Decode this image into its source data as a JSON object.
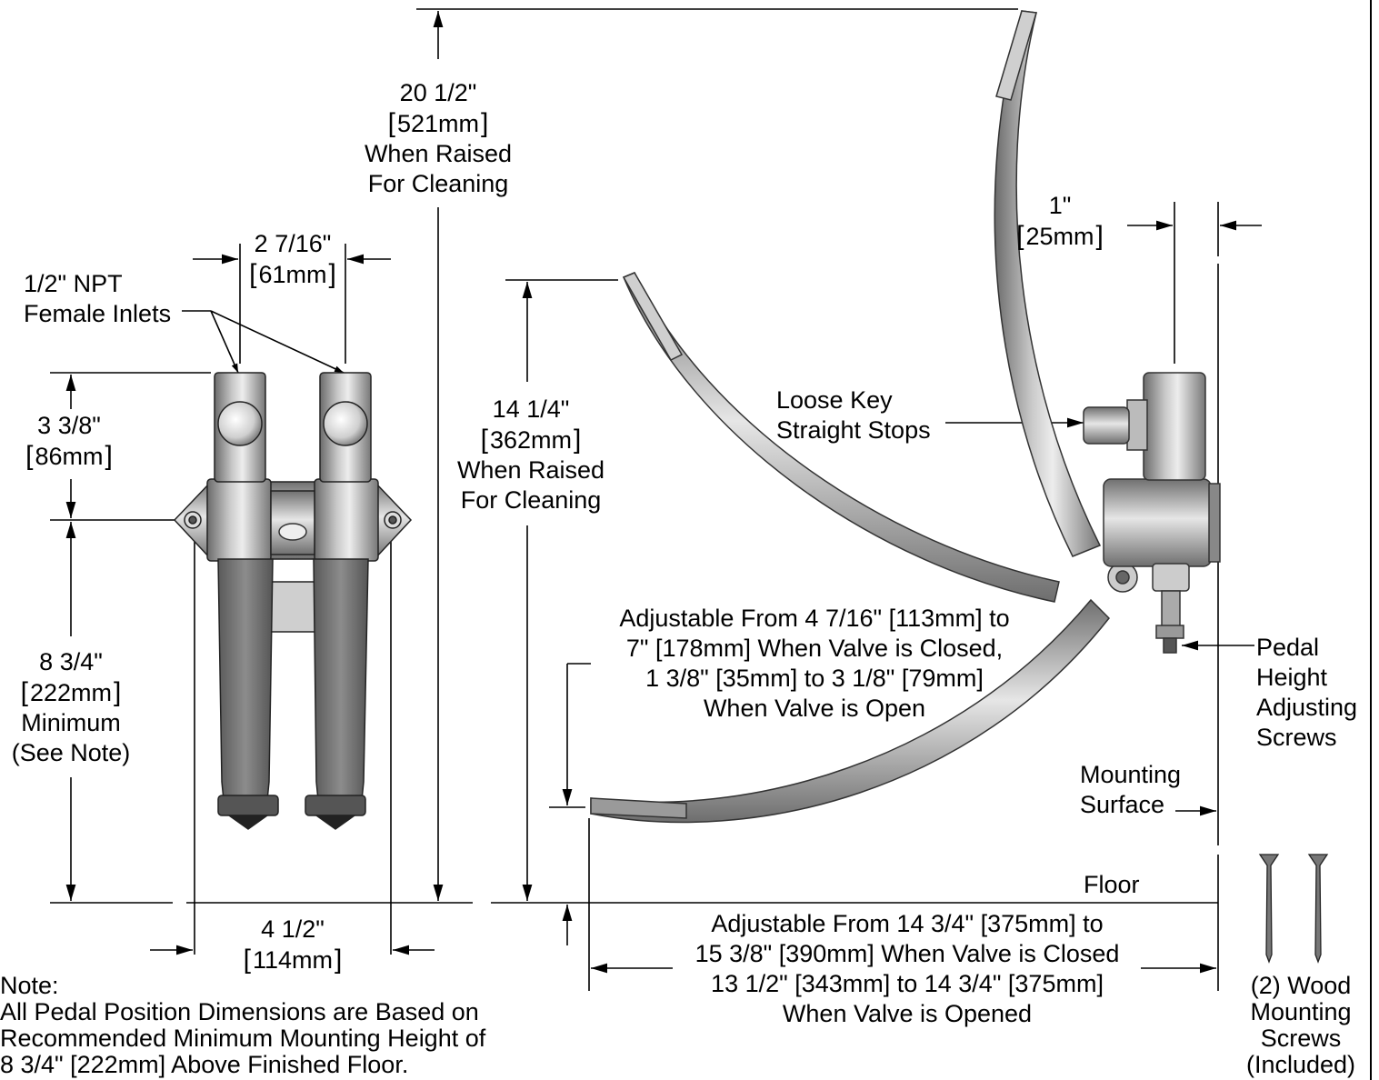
{
  "dims": {
    "raised_total": {
      "imp": "20 1/2\"",
      "mm": "521mm",
      "note1": "When Raised",
      "note2": "For Cleaning"
    },
    "inlet_spacing": {
      "imp": "2 7/16\"",
      "mm": "61mm"
    },
    "inlets": {
      "line1": "1/2\" NPT",
      "line2": "Female Inlets"
    },
    "valve_top": {
      "imp": "3 3/8\"",
      "mm": "86mm"
    },
    "mount_height": {
      "imp": "8 3/4\"",
      "mm": "222mm",
      "note1": "Minimum",
      "note2": "(See Note)"
    },
    "pedal_raised": {
      "imp": "14 1/4\"",
      "mm": "362mm",
      "note1": "When Raised",
      "note2": "For Cleaning"
    },
    "wall_offset": {
      "imp": "1\"",
      "mm": "25mm"
    },
    "width": {
      "imp": "4 1/2\"",
      "mm": "114mm"
    }
  },
  "labels": {
    "stops": {
      "line1": "Loose Key",
      "line2": "Straight Stops"
    },
    "pedal_adjust": {
      "line1": "Adjustable From 4 7/16\" [113mm] to",
      "line2": "7\" [178mm] When Valve is Closed,",
      "line3": "1 3/8\" [35mm] to 3 1/8\" [79mm]",
      "line4": "When Valve is Open"
    },
    "height_screws": {
      "line1": "Pedal",
      "line2": "Height",
      "line3": "Adjusting",
      "line4": "Screws"
    },
    "mounting_surface": {
      "line1": "Mounting",
      "line2": "Surface"
    },
    "floor": "Floor",
    "reach_adjust": {
      "line1": "Adjustable From 14 3/4\" [375mm] to",
      "line2": "15 3/8\" [390mm] When Valve is Closed",
      "line3": "13 1/2\" [343mm] to 14 3/4\" [375mm]",
      "line4": "When Valve is Opened"
    },
    "wood_screws": {
      "line1": "(2) Wood",
      "line2": "Mounting",
      "line3": "Screws",
      "line4": "(Included)"
    },
    "note": {
      "title": "Note:",
      "line1": "All Pedal Position Dimensions are Based on",
      "line2": "Recommended Minimum Mounting Height of",
      "line3": "8 3/4\" [222mm] Above Finished Floor."
    }
  }
}
